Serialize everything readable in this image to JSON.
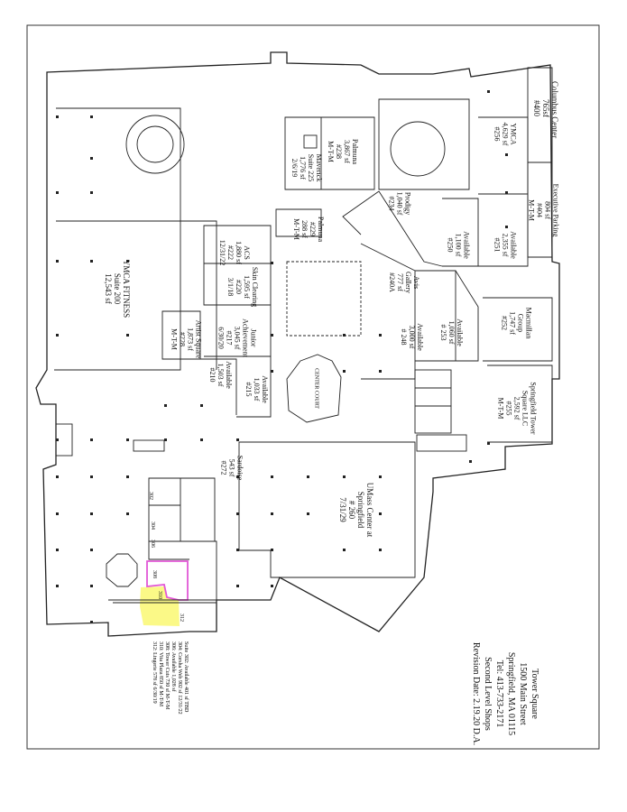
{
  "title_block": {
    "name": "Tower Square",
    "address": "1500 Main Street",
    "city": "Springfield, MA 01115",
    "tel": "Tel: 413-733-2171",
    "level": "Second Level Shops",
    "revision": "Revision Date: 2.19.20 D.A."
  },
  "legend": [
    "Suite 302: Available 401 sf TBD",
    "304: Corsha Web 902 sf 12/31/22",
    "306: Available 1,028 sf",
    "308: Tower Cuts 730 sf M-T-M",
    "310: Vita Plaza 850 sf M-T-M",
    "312: Lingerie 578 sf 6/30/19"
  ],
  "tenants": [
    {
      "id": "columbus",
      "lines": [
        "Columbus Center",
        "765sf",
        "#400"
      ]
    },
    {
      "id": "exec-parking",
      "lines": [
        "Executive Parking",
        "804 sf",
        "#404",
        "M-T-M"
      ]
    },
    {
      "id": "ymca-256",
      "lines": [
        "YMCA",
        "4,629 sf",
        "#256"
      ]
    },
    {
      "id": "avail-251",
      "lines": [
        "Available",
        "2,355 sf",
        "#251"
      ]
    },
    {
      "id": "palmuna",
      "lines": [
        "Palmuna",
        "3,867 sf",
        "#238",
        "M-T-M"
      ]
    },
    {
      "id": "maverick",
      "lines": [
        "Maverick",
        "Suite 225",
        "1,776 sf",
        "2/6/19"
      ]
    },
    {
      "id": "palmuna-229",
      "lines": [
        "Palmuna",
        "#229",
        "288 sf",
        "M-T-M"
      ]
    },
    {
      "id": "prodigy",
      "lines": [
        "Prodigy",
        "1,040 sf",
        "#234"
      ]
    },
    {
      "id": "avail-250",
      "lines": [
        "Available",
        "1,100 sf",
        "#250"
      ]
    },
    {
      "id": "acs",
      "lines": [
        "ACS",
        "1,880 sf",
        "#222",
        "12/31/22"
      ]
    },
    {
      "id": "skin-clearing",
      "lines": [
        "Skin Clearing",
        "1,595 sf",
        "#220",
        "3/1/18"
      ]
    },
    {
      "id": "junior-ach",
      "lines": [
        "Junior",
        "Achievement",
        "3,045 sf",
        "#217",
        "6/30/20"
      ]
    },
    {
      "id": "ymca-fitness",
      "lines": [
        "YMCA FITNESS",
        "Suite 200",
        "12,543 sf"
      ]
    },
    {
      "id": "artist-square",
      "lines": [
        "Artist Square",
        "1,873 sf",
        "#228",
        "M-T-M"
      ]
    },
    {
      "id": "avail-210",
      "lines": [
        "Available",
        "1,503 sf",
        "#210"
      ]
    },
    {
      "id": "avail-215",
      "lines": [
        "Available",
        "1,033 sf",
        "#215"
      ]
    },
    {
      "id": "avis",
      "lines": [
        "Avis",
        "Gallery",
        "777 sf",
        "#240A"
      ]
    },
    {
      "id": "avail-248",
      "lines": [
        "Available",
        "3,000 sf",
        "# 248"
      ]
    },
    {
      "id": "avail-253",
      "lines": [
        "Available",
        "1,060 sf",
        "# 253"
      ]
    },
    {
      "id": "macmillan",
      "lines": [
        "Macmillan",
        "Group",
        "1,747 sf",
        "#252"
      ]
    },
    {
      "id": "springfield-tower",
      "lines": [
        "Springfield Tower",
        "Square LLC",
        "2,592 sf",
        "#255",
        "M-T-M"
      ]
    },
    {
      "id": "center-court",
      "lines": [
        "CENTER COURT"
      ]
    },
    {
      "id": "sardoise",
      "lines": [
        "Sardoise",
        "543 sf",
        "#272"
      ]
    },
    {
      "id": "umass",
      "lines": [
        "UMass Center at",
        "Springfield",
        "# 260",
        "7/31/29"
      ]
    }
  ],
  "small_labels": {
    "s302": "302",
    "s304": "304",
    "s306": "306",
    "s308": "308",
    "s310": "310",
    "s312": "312"
  },
  "colors": {
    "line": "#222222",
    "highlight_yellow": "#fbf87a",
    "highlight_magenta": "#e257d6"
  }
}
